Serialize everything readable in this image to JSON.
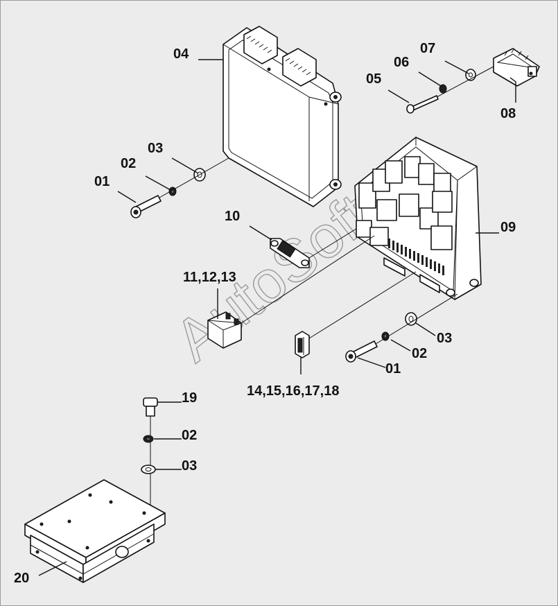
{
  "watermark": "AutoSoft",
  "labels": {
    "p04": "04",
    "p03a": "03",
    "p02a": "02",
    "p01a": "01",
    "p07": "07",
    "p06": "06",
    "p05": "05",
    "p08": "08",
    "p10": "10",
    "p09": "09",
    "p111213": "11,12,13",
    "p03b": "03",
    "p02b": "02",
    "p01b": "01",
    "p1418": "14,15,16,17,18",
    "p19": "19",
    "p02c": "02",
    "p03c": "03",
    "p20": "20"
  }
}
